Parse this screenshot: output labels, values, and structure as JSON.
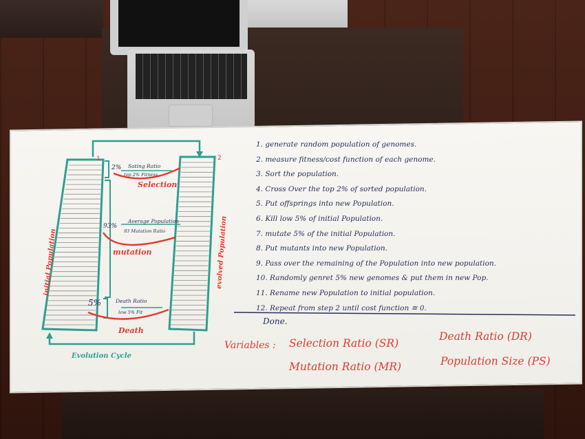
{
  "scene": {
    "description_items": [
      "laptop",
      "whiteboard",
      "table",
      "wooden floor"
    ]
  },
  "diagram": {
    "label_1": "1",
    "label_2": "2",
    "initial_population": "initial Population",
    "evolved_population": "evolved Population",
    "evolution_cycle": "Evolution Cycle",
    "selection": {
      "percent": "2%",
      "ratio_label": "Sating Ratio",
      "detail": "top 2% Fitness",
      "name": "Selection"
    },
    "mutation": {
      "percent": "93%",
      "ratio_label": "Average Population",
      "detail": "93 Mutation Ratio",
      "name": "mutation"
    },
    "death": {
      "percent": "5%",
      "ratio_label": "Death Ratio",
      "detail": "low 5% Fit",
      "name": "Death"
    }
  },
  "steps": [
    "1. generate random population of genomes.",
    "2. measure fitness/cost function of each genome.",
    "3. Sort the population.",
    "4. Cross Over the top 2% of sorted population.",
    "5. Put offsprings into new Population.",
    "6. Kill low 5% of initial Population.",
    "7. mutate 5% of the initial Population.",
    "8. Put mutants into new Population.",
    "9. Pass over the remaining of the Population into new population.",
    "10. Randomly genret 5% new genomes & put them in new Pop.",
    "11. Rename new Population to initial population.",
    "12. Repeat from step 2 until cost function ≅ 0."
  ],
  "done": "Done.",
  "variables": {
    "label": "Variables :",
    "selection_ratio": "Selection Ratio (SR)",
    "death_ratio": "Death Ratio (DR)",
    "mutation_ratio": "Mutation Ratio (MR)",
    "population_size": "Population Size (PS)"
  },
  "colors": {
    "marker_blue": "#2a2f5a",
    "marker_red": "#e33a2f",
    "marker_teal": "#2f9e8f"
  }
}
